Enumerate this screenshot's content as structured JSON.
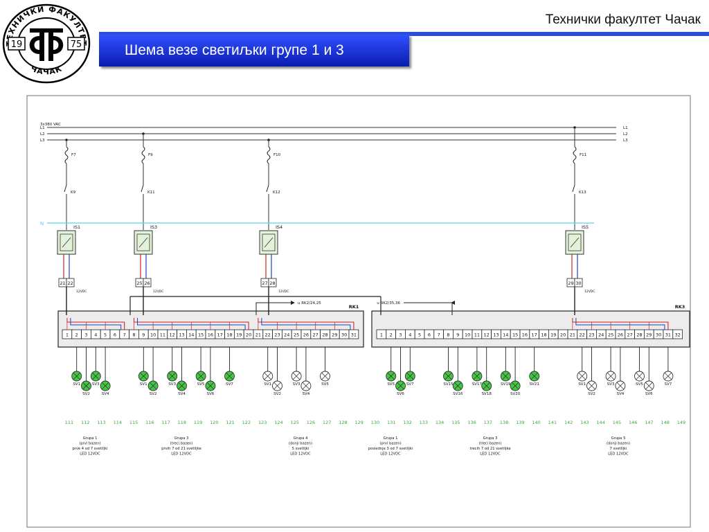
{
  "header": {
    "faculty": "Технички факултет Чачак",
    "title": "Шема везе светиљки групе 1 и 3"
  },
  "logo": {
    "top_text": "ТЕХНИЧКИ ФАКУЛТЕТ",
    "bottom_text": "ЧАЧАК",
    "year_left": "19",
    "year_right": "75"
  },
  "diagram": {
    "supply_label": "3x380 VAC",
    "phases": [
      "L1",
      "L2",
      "L3"
    ],
    "neutral": "N",
    "fuses": [
      "F7",
      "F9",
      "F10",
      "F11"
    ],
    "contactors": [
      "K9",
      "K11",
      "K12",
      "K13"
    ],
    "modules": [
      "IS1",
      "IS3",
      "IS4",
      "IS5"
    ],
    "terminal_pairs": [
      [
        "21",
        "22"
      ],
      [
        "25",
        "26"
      ],
      [
        "27",
        "28"
      ],
      [
        "29",
        "30"
      ]
    ],
    "voltage": "12VDC",
    "refs": [
      "u RK2/24,25",
      "u RK2/35,36"
    ],
    "rails": [
      "RK1",
      "RK3"
    ],
    "rk1_terminals": [
      "1",
      "2",
      "3",
      "4",
      "5",
      "6",
      "7",
      "8",
      "9",
      "10",
      "11",
      "12",
      "13",
      "14",
      "15",
      "16",
      "17",
      "18",
      "19",
      "20",
      "21",
      "22",
      "23",
      "24",
      "25",
      "26",
      "27",
      "28",
      "29",
      "30",
      "31"
    ],
    "rk3_terminals": [
      "1",
      "2",
      "3",
      "4",
      "5",
      "6",
      "7",
      "8",
      "9",
      "10",
      "11",
      "12",
      "13",
      "14",
      "15",
      "16",
      "17",
      "18",
      "19",
      "20",
      "21",
      "22",
      "23",
      "24",
      "25",
      "26",
      "27",
      "28",
      "29",
      "30",
      "31",
      "32"
    ],
    "lamps": [
      {
        "label": "SV1",
        "terminal": 2,
        "rail": "RK1",
        "color": "#44c544",
        "row": 0
      },
      {
        "label": "SV2",
        "terminal": 3,
        "rail": "RK1",
        "color": "#44c544",
        "row": 1
      },
      {
        "label": "SV3",
        "terminal": 4,
        "rail": "RK1",
        "color": "#44c544",
        "row": 0
      },
      {
        "label": "SV4",
        "terminal": 5,
        "rail": "RK1",
        "color": "#44c544",
        "row": 1
      },
      {
        "label": "SV1",
        "terminal": 9,
        "rail": "RK1",
        "color": "#44c544",
        "row": 0
      },
      {
        "label": "SV2",
        "terminal": 10,
        "rail": "RK1",
        "color": "#44c544",
        "row": 1
      },
      {
        "label": "SV3",
        "terminal": 12,
        "rail": "RK1",
        "color": "#44c544",
        "row": 0
      },
      {
        "label": "SV4",
        "terminal": 13,
        "rail": "RK1",
        "color": "#44c544",
        "row": 1
      },
      {
        "label": "SV5",
        "terminal": 15,
        "rail": "RK1",
        "color": "#44c544",
        "row": 0
      },
      {
        "label": "SV6",
        "terminal": 16,
        "rail": "RK1",
        "color": "#44c544",
        "row": 1
      },
      {
        "label": "SV7",
        "terminal": 18,
        "rail": "RK1",
        "color": "#44c544",
        "row": 0
      },
      {
        "label": "SV1",
        "terminal": 22,
        "rail": "RK1",
        "color": "#ffffff",
        "row": 0
      },
      {
        "label": "SV2",
        "terminal": 23,
        "rail": "RK1",
        "color": "#ffffff",
        "row": 1
      },
      {
        "label": "SV3",
        "terminal": 25,
        "rail": "RK1",
        "color": "#ffffff",
        "row": 0
      },
      {
        "label": "SV4",
        "terminal": 26,
        "rail": "RK1",
        "color": "#ffffff",
        "row": 1
      },
      {
        "label": "SV5",
        "terminal": 28,
        "rail": "RK1",
        "color": "#ffffff",
        "row": 0
      },
      {
        "label": "SV5",
        "terminal": 2,
        "rail": "RK3",
        "color": "#44c544",
        "row": 0
      },
      {
        "label": "SV6",
        "terminal": 3,
        "rail": "RK3",
        "color": "#44c544",
        "row": 1
      },
      {
        "label": "SV7",
        "terminal": 4,
        "rail": "RK3",
        "color": "#44c544",
        "row": 0
      },
      {
        "label": "SV15",
        "terminal": 8,
        "rail": "RK3",
        "color": "#44c544",
        "row": 0
      },
      {
        "label": "SV16",
        "terminal": 9,
        "rail": "RK3",
        "color": "#44c544",
        "row": 1
      },
      {
        "label": "SV17",
        "terminal": 11,
        "rail": "RK3",
        "color": "#44c544",
        "row": 0
      },
      {
        "label": "SV18",
        "terminal": 12,
        "rail": "RK3",
        "color": "#44c544",
        "row": 1
      },
      {
        "label": "SV19",
        "terminal": 14,
        "rail": "RK3",
        "color": "#44c544",
        "row": 0
      },
      {
        "label": "SV20",
        "terminal": 15,
        "rail": "RK3",
        "color": "#44c544",
        "row": 1
      },
      {
        "label": "SV21",
        "terminal": 17,
        "rail": "RK3",
        "color": "#44c544",
        "row": 0
      },
      {
        "label": "SV1",
        "terminal": 22,
        "rail": "RK3",
        "color": "#ffffff",
        "row": 0
      },
      {
        "label": "SV2",
        "terminal": 23,
        "rail": "RK3",
        "color": "#ffffff",
        "row": 1
      },
      {
        "label": "SV3",
        "terminal": 25,
        "rail": "RK3",
        "color": "#ffffff",
        "row": 0
      },
      {
        "label": "SV4",
        "terminal": 26,
        "rail": "RK3",
        "color": "#ffffff",
        "row": 1
      },
      {
        "label": "SV5",
        "terminal": 28,
        "rail": "RK3",
        "color": "#ffffff",
        "row": 0
      },
      {
        "label": "SV6",
        "terminal": 29,
        "rail": "RK3",
        "color": "#ffffff",
        "row": 1
      },
      {
        "label": "SV7",
        "terminal": 31,
        "rail": "RK3",
        "color": "#ffffff",
        "row": 0
      }
    ],
    "circuit_numbers": [
      "111",
      "112",
      "113",
      "114",
      "115",
      "116",
      "117",
      "118",
      "119",
      "120",
      "121",
      "122",
      "123",
      "124",
      "125",
      "126",
      "127",
      "128",
      "129",
      "130",
      "131",
      "132",
      "133",
      "134",
      "135",
      "136",
      "137",
      "138",
      "139",
      "140",
      "141",
      "142",
      "143",
      "144",
      "145",
      "146",
      "147",
      "148",
      "149"
    ],
    "groups": [
      {
        "lines": [
          "Grupa 1",
          "(prvi bazen)",
          "prve 4 od 7 svetiljki",
          "LED 12VDC"
        ]
      },
      {
        "lines": [
          "Grupa 3",
          "(treci bazen)",
          "prvih 7 od 21 svetiljke",
          "LED 12VDC"
        ]
      },
      {
        "lines": [
          "Grupa 4",
          "(donji bazen)",
          "5 svetiljki",
          "LED 12VDC"
        ]
      },
      {
        "lines": [
          "Grupa 1",
          "(prvi bazen)",
          "poslednje 3 od 7 svetiljki",
          "LED 12VDC"
        ]
      },
      {
        "lines": [
          "Grupa 3",
          "(treci bazen)",
          "trecih 7 od 21 svetiljke",
          "LED 12VDC"
        ]
      },
      {
        "lines": [
          "Grupa 5",
          "(donji bazen)",
          "7 svetiljki",
          "LED 12VDC"
        ]
      }
    ],
    "colors": {
      "phase": "#333333",
      "neutral": "#5fd0e0",
      "positive": "#cc2222",
      "negative": "#1a3fc8",
      "lamp_on": "#44c544",
      "circuit_number": "#3aa83a",
      "module_fill": "#e4f2da"
    }
  }
}
